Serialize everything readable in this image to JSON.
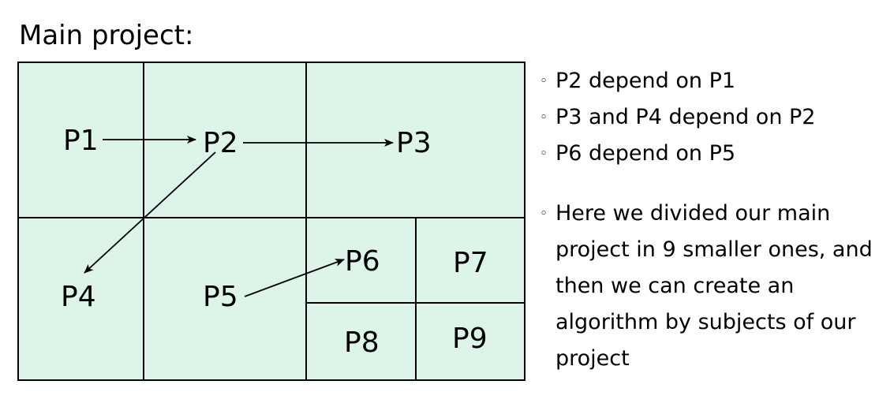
{
  "title": "Main project:",
  "colors": {
    "cell_fill": "#dcf5e8",
    "stroke": "#000000"
  },
  "nodes": [
    {
      "id": "p1",
      "label": "P1"
    },
    {
      "id": "p2",
      "label": "P2"
    },
    {
      "id": "p3",
      "label": "P3"
    },
    {
      "id": "p4",
      "label": "P4"
    },
    {
      "id": "p5",
      "label": "P5"
    },
    {
      "id": "p6",
      "label": "P6"
    },
    {
      "id": "p7",
      "label": "P7"
    },
    {
      "id": "p8",
      "label": "P8"
    },
    {
      "id": "p9",
      "label": "P9"
    }
  ],
  "edges": [
    {
      "from": "P1",
      "to": "P2"
    },
    {
      "from": "P2",
      "to": "P3"
    },
    {
      "from": "P2",
      "to": "P4"
    },
    {
      "from": "P5",
      "to": "P6"
    }
  ],
  "notes": [
    {
      "bullet": "◦",
      "text": "P2 depend on P1"
    },
    {
      "bullet": "◦",
      "text": "P3 and P4 depend on P2"
    },
    {
      "bullet": "◦",
      "text": "P6 depend on P5"
    },
    {
      "bullet": "◦",
      "text": "Here we divided our main project in 9 smaller ones, and then we can create an algorithm by subjects of our project"
    }
  ]
}
